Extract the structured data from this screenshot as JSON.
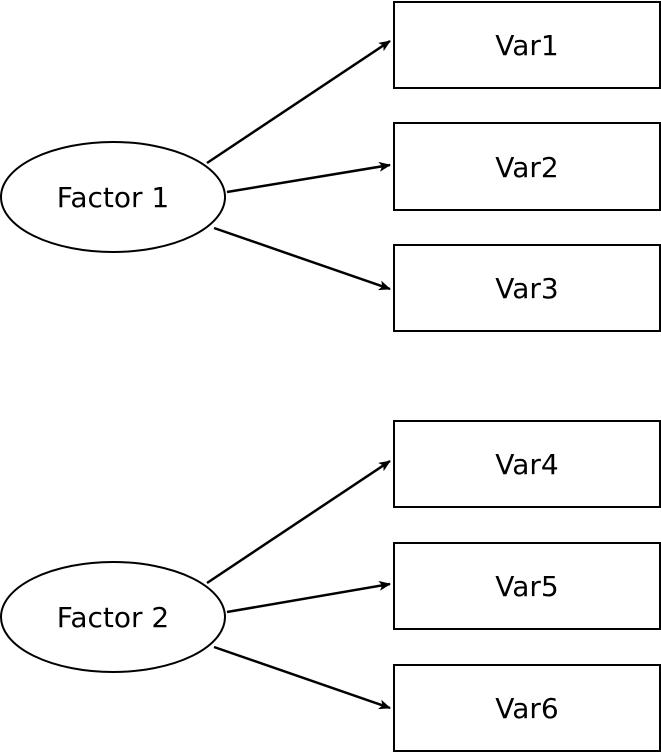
{
  "diagram": {
    "factors": [
      {
        "label": "Factor 1",
        "indicators": [
          "Var1",
          "Var2",
          "Var3"
        ]
      },
      {
        "label": "Factor 2",
        "indicators": [
          "Var4",
          "Var5",
          "Var6"
        ]
      }
    ]
  }
}
